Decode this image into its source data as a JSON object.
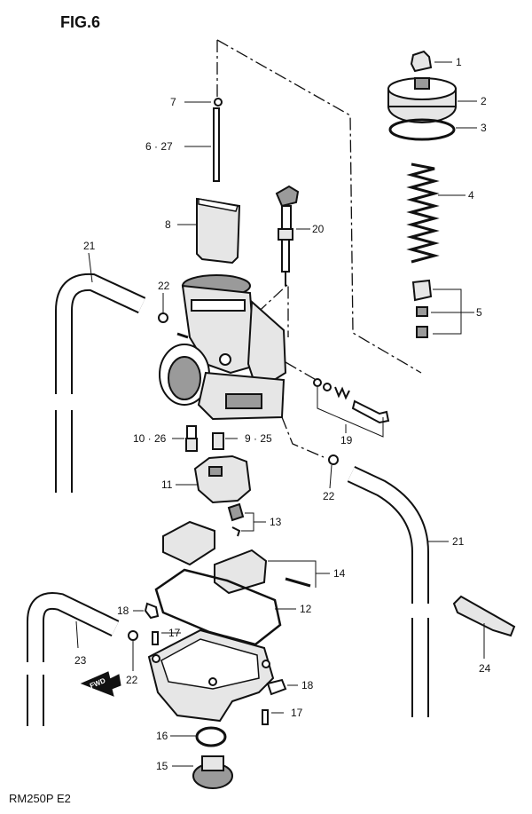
{
  "figure": {
    "title": "FIG.6",
    "model_code": "RM250P E2",
    "fwd_label": "FWD"
  },
  "callouts": {
    "c1": "1",
    "c2": "2",
    "c3": "3",
    "c4": "4",
    "c5": "5",
    "c6_27": "6 · 27",
    "c7": "7",
    "c8": "8",
    "c9_25": "9 · 25",
    "c10_26": "10 · 26",
    "c11": "11",
    "c12": "12",
    "c13": "13",
    "c14": "14",
    "c15": "15",
    "c16": "16",
    "c17a": "17",
    "c17b": "17",
    "c18a": "18",
    "c18b": "18",
    "c19": "19",
    "c20": "20",
    "c21a": "21",
    "c21b": "21",
    "c22a": "22",
    "c22b": "22",
    "c22c": "22",
    "c23": "23",
    "c24": "24"
  }
}
